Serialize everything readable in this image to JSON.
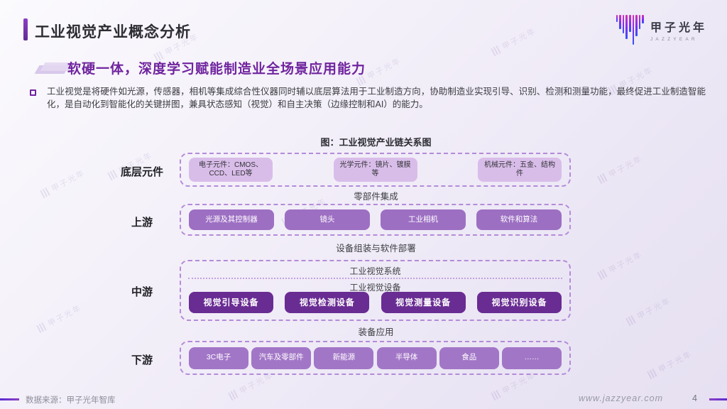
{
  "slide": {
    "title": "工业视觉产业概念分析",
    "subtitle": "软硬一体，深度学习赋能制造业全场景应用能力"
  },
  "logo": {
    "name": "甲子光年",
    "sub": "JAZZYEAR"
  },
  "intro": {
    "text": "工业视觉是将硬件如光源，传感器，相机等集成综合性仪器同时辅以底层算法用于工业制造方向，协助制造业实现引导、识别、检测和测量功能，最终促进工业制造智能化，是自动化到智能化的关键拼图，兼具状态感知（视觉）和自主决策（边缘控制和AI）的能力。"
  },
  "diagram": {
    "title": "图：工业视觉产业链关系图",
    "tiers": [
      {
        "label": "底层元件",
        "boxes": [
          "电子元件：CMOS、CCD、LED等",
          "光学元件：镜片、镀膜等",
          "机械元件：五金、结构件"
        ]
      },
      {
        "label": "上游",
        "boxes": [
          "光源及其控制器",
          "镜头",
          "工业相机",
          "软件和算法"
        ]
      },
      {
        "label": "中游",
        "system_label": "工业视觉系统",
        "device_label": "工业视觉设备",
        "boxes": [
          "视觉引导设备",
          "视觉检测设备",
          "视觉测量设备",
          "视觉识别设备"
        ]
      },
      {
        "label": "下游",
        "boxes": [
          "3C电子",
          "汽车及零部件",
          "新能源",
          "半导体",
          "食品",
          "……"
        ]
      }
    ],
    "connectors": [
      "零部件集成",
      "设备组装与软件部署",
      "装备应用"
    ]
  },
  "footer": {
    "source": "数据来源：甲子光年智库",
    "website": "www.jazzyear.com",
    "page": "4"
  },
  "watermark": {
    "text": "甲子光年"
  },
  "colors": {
    "accent": "#70249e",
    "tier1_box": "#d9bde9",
    "tier2_box": "#9d6fc3",
    "tier3_box": "#692c93",
    "tier4_box": "#a276c7",
    "dashed_border": "#b48bd8",
    "background_start": "#fbfafd",
    "background_end": "#e6e0f2"
  }
}
